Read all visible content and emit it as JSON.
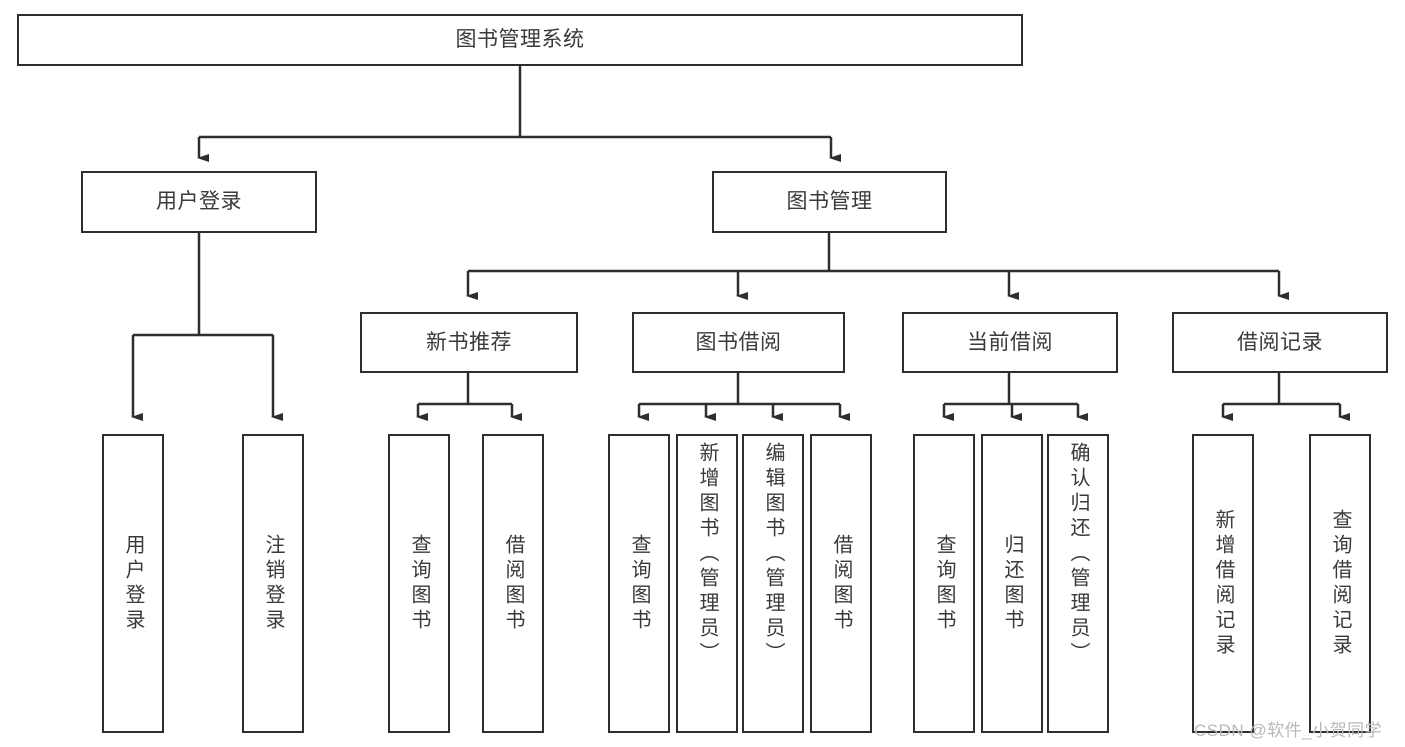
{
  "diagram": {
    "title": "图书管理系统",
    "type": "tree-hierarchy-chart",
    "colors": {
      "stroke": "#2e2e2e",
      "fill": "#ffffff",
      "text": "#3a3a3a",
      "watermark": "#b9b9b9"
    },
    "root": {
      "label": "图书管理系统"
    },
    "level2": [
      {
        "label": "用户登录"
      },
      {
        "label": "图书管理"
      }
    ],
    "level3": [
      {
        "label": "新书推荐"
      },
      {
        "label": "图书借阅"
      },
      {
        "label": "当前借阅"
      },
      {
        "label": "借阅记录"
      }
    ],
    "leaves": {
      "user_login": [
        {
          "label": "用户登录"
        },
        {
          "label": "注销登录"
        }
      ],
      "new_book_recommend": [
        {
          "label": "查询图书"
        },
        {
          "label": "借阅图书"
        }
      ],
      "book_borrow": [
        {
          "label": "查询图书"
        },
        {
          "label": "新增图书（管理员）"
        },
        {
          "label": "编辑图书（管理员）"
        },
        {
          "label": "借阅图书"
        }
      ],
      "current_borrow": [
        {
          "label": "查询图书"
        },
        {
          "label": "归还图书"
        },
        {
          "label": "确认归还（管理员）"
        }
      ],
      "borrow_record": [
        {
          "label": "新增借阅记录"
        },
        {
          "label": "查询借阅记录"
        }
      ]
    },
    "watermark": "CSDN @软件_小贺同学"
  }
}
